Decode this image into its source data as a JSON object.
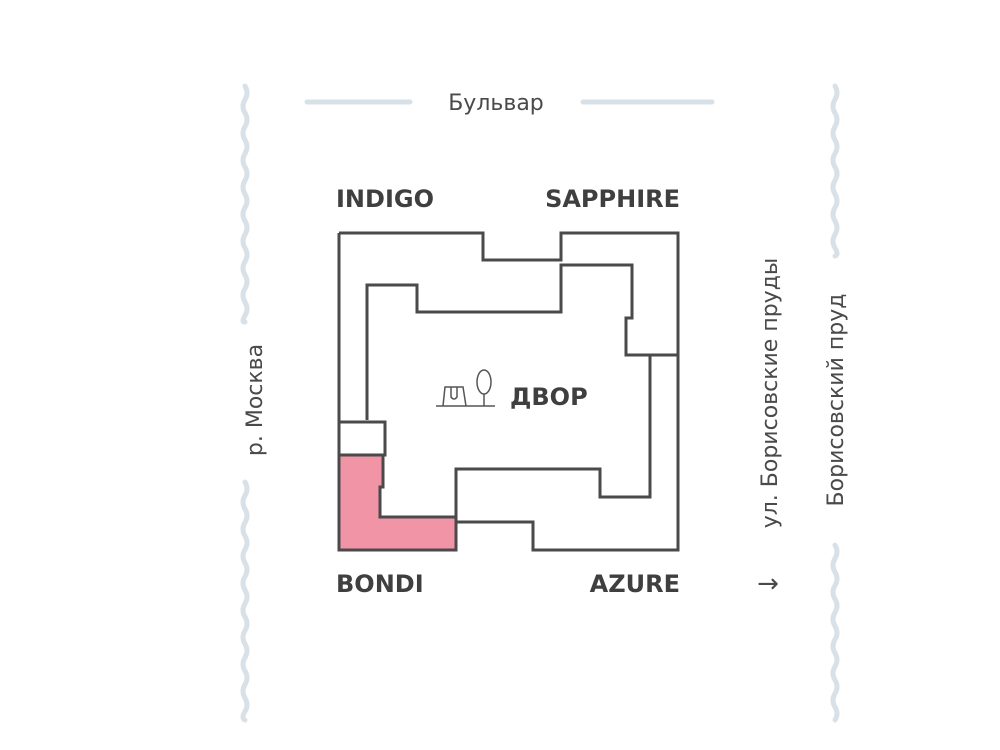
{
  "streets": {
    "boulevard": "Бульвар",
    "river": "р. Москва",
    "street_borisovskie": "ул. Борисовские пруды",
    "pond": "Борисовский пруд",
    "arrow": "→"
  },
  "buildings": {
    "indigo": "INDIGO",
    "sapphire": "SAPPHIRE",
    "bondi": "BONDI",
    "azure": "AZURE"
  },
  "courtyard": {
    "label": "ДВОР",
    "icon": "playground-tree-icon"
  },
  "colors": {
    "highlight": "#f094a6",
    "walls": "#4a4a4a",
    "water": "#d8e1e8",
    "text": "#3f3f3f"
  }
}
